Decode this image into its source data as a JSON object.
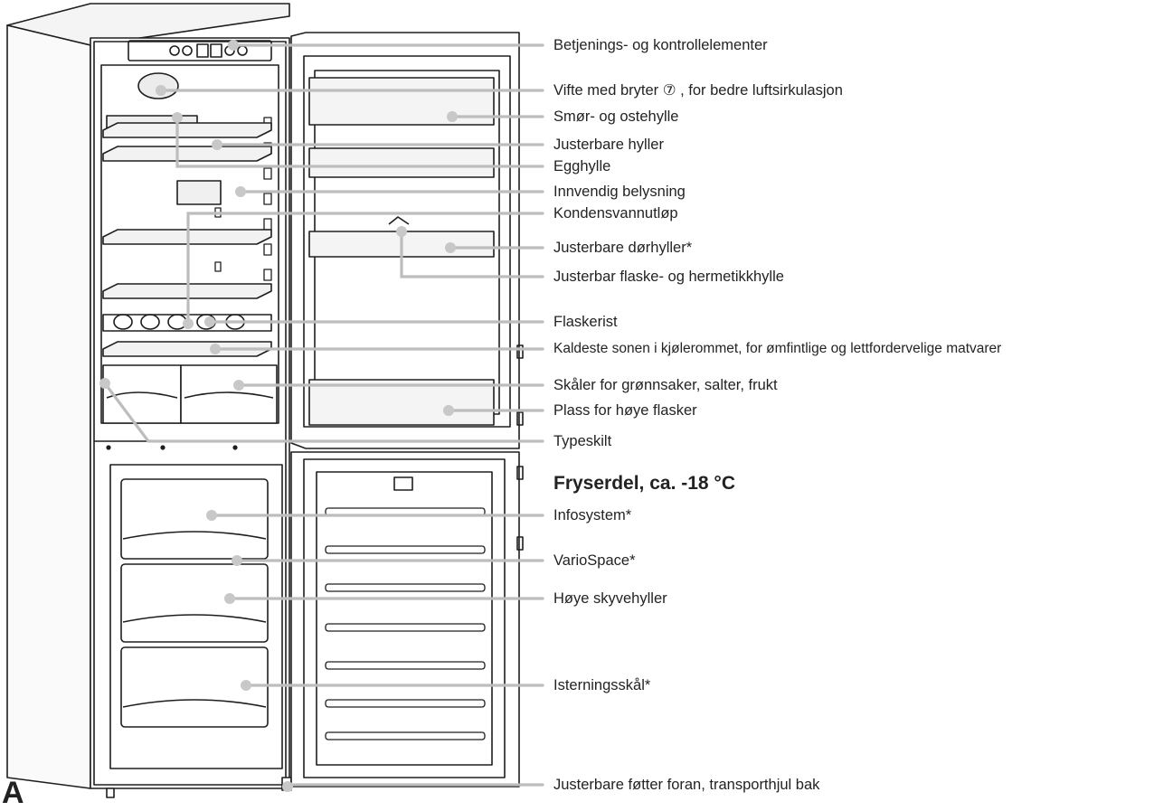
{
  "figure_letter": "A",
  "freezer_heading": "Fryserdel, ca. -18 °C",
  "labels": [
    {
      "id": "betjening",
      "text": "Betjenings- og kontrollelementer"
    },
    {
      "id": "vifte",
      "text": "Vifte med bryter ⑦ , for bedre luftsirkulasjon"
    },
    {
      "id": "smor",
      "text": "Smør- og ostehylle"
    },
    {
      "id": "justerbare-hyller",
      "text": "Justerbare hyller"
    },
    {
      "id": "egghylle",
      "text": "Egghylle"
    },
    {
      "id": "belysning",
      "text": "Innvendig belysning"
    },
    {
      "id": "kondens",
      "text": "Kondensvannutløp"
    },
    {
      "id": "dorhyller",
      "text": "Justerbare dørhyller*"
    },
    {
      "id": "flaskehylle",
      "text": "Justerbar flaske- og hermetikkhylle"
    },
    {
      "id": "flaskerist",
      "text": "Flaskerist"
    },
    {
      "id": "kaldeste",
      "text": "Kaldeste sonen i kjølerommet, for ømfintlige og lettfordervelige matvarer"
    },
    {
      "id": "skaler",
      "text": "Skåler for grønnsaker, salter, frukt"
    },
    {
      "id": "plass",
      "text": "Plass for høye flasker"
    },
    {
      "id": "typeskilt",
      "text": "Typeskilt"
    },
    {
      "id": "infosystem",
      "text": "Infosystem*"
    },
    {
      "id": "variospace",
      "text": "VarioSpace*"
    },
    {
      "id": "skyvehyller",
      "text": "Høye skyvehyller"
    },
    {
      "id": "isterning",
      "text": "Isterningsskål*"
    },
    {
      "id": "fotter",
      "text": "Justerbare føtter foran, transporthjul bak"
    }
  ],
  "colors": {
    "line": "#1e1e1e",
    "leader": "#bdbdbd",
    "shelf": "#d9d9d9",
    "marker": "#c8c8c8"
  }
}
